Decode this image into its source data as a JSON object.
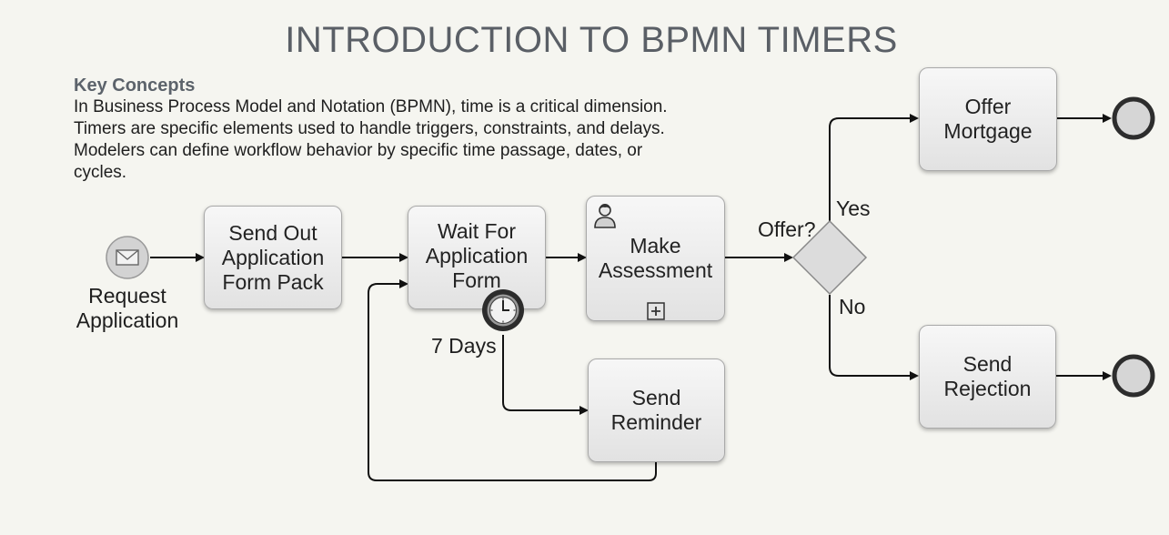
{
  "header": {
    "title": "INTRODUCTION TO BPMN TIMERS"
  },
  "concepts": {
    "heading": "Key Concepts",
    "body": "In Business Process Model and Notation (BPMN), time is a critical dimension. Timers are specific elements used to handle triggers, constraints, and delays. Modelers can define workflow behavior by specific time passage, dates, or cycles."
  },
  "diagram": {
    "start_event_label": "Request\nApplication",
    "tasks": {
      "send_out": "Send Out\nApplication\nForm Pack",
      "wait_for": "Wait For\nApplication\nForm",
      "make_assessment": "Make\nAssessment",
      "send_reminder": "Send\nReminder",
      "offer_mortgage": "Offer\nMortgage",
      "send_rejection": "Send\nRejection"
    },
    "timer_label": "7 Days",
    "gateway_label": "Offer?",
    "yes_label": "Yes",
    "no_label": "No",
    "icons": [
      "envelope-icon",
      "clock-icon",
      "user-icon",
      "subprocess-plus-icon",
      "end-event-icon"
    ]
  }
}
